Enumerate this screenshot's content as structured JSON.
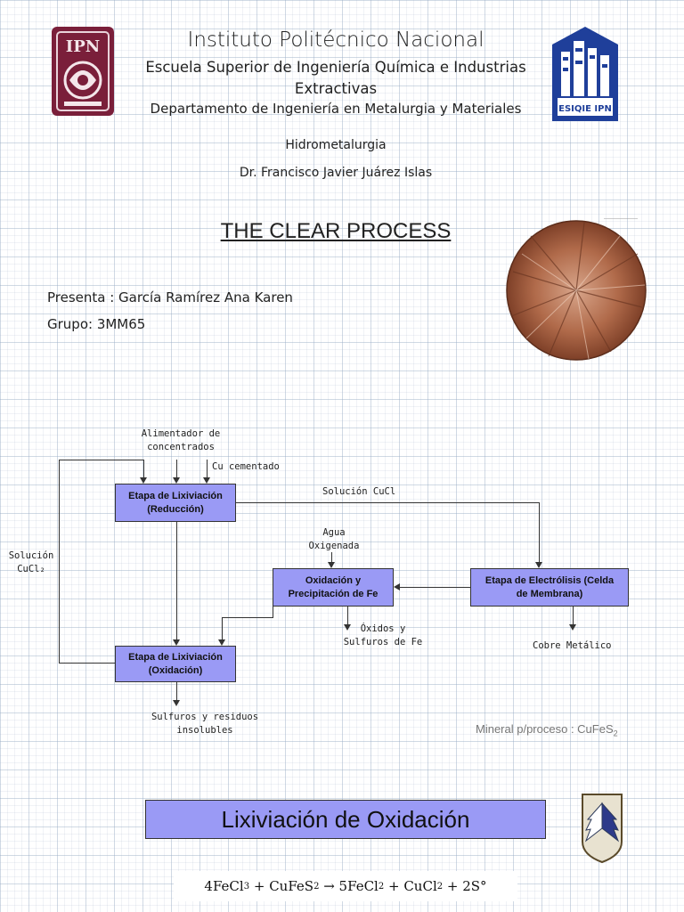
{
  "header": {
    "institution": "Instituto Politécnico Nacional",
    "school_line1": "Escuela Superior de Ingeniería Química e Industrias",
    "school_line2": "Extractivas",
    "department": "Departamento de Ingeniería en Metalurgia y Materiales",
    "course": "Hidrometalurgia",
    "professor": "Dr. Francisco Javier Juárez Islas",
    "logo_left_text": "IPN",
    "logo_right_text": "ESIQIE IPN"
  },
  "title": "THE CLEAR PROCESS",
  "presenter": "Presenta : García Ramírez Ana Karen",
  "group": "Grupo: 3MM65",
  "colors": {
    "box_fill": "#9a9af5",
    "ipn_logo": "#7a1f3a",
    "esiqie_logo": "#1f3f9a",
    "copper": "#b06a4a"
  },
  "diagram": {
    "feed_label_line1": "Alimentador de",
    "feed_label_line2": "concentrados",
    "cu_cemented": "Cu cementado",
    "box_leach_reduction_line1": "Etapa de Lixiviación",
    "box_leach_reduction_line2": "(Reducción)",
    "solution_cucl": "Solución CuCl",
    "water_line1": "Agua",
    "water_line2": "Oxigenada",
    "solution_cucl2_line1": "Solución",
    "solution_cucl2_line2": "CuCl₂",
    "box_oxidation_line1": "Oxidación y",
    "box_oxidation_line2": "Precipitación de Fe",
    "box_electrolysis_line1": "Etapa de Electrólisis (Celda",
    "box_electrolysis_line2": "de Membrana)",
    "oxides_line1": "Óxidos y",
    "oxides_line2": "Sulfuros de Fe",
    "copper_metal": "Cobre Metálico",
    "box_leach_oxidation_line1": "Etapa de Lixiviación",
    "box_leach_oxidation_line2": "(Oxidación)",
    "residues_line1": "Sulfuros y residuos",
    "residues_line2": "insolubles",
    "mineral_note": "Mineral p/proceso : CuFeS",
    "mineral_note_sub": "2"
  },
  "section_title": "Lixiviación de Oxidación",
  "equation": {
    "p1": "4FeCl",
    "s1": "3",
    "p2": " + CuFeS",
    "s2": "2",
    "p3": " → 5FeCl",
    "s3": "2",
    "p4": " + CuCl",
    "s4": "2",
    "p5": " + 2S°"
  }
}
